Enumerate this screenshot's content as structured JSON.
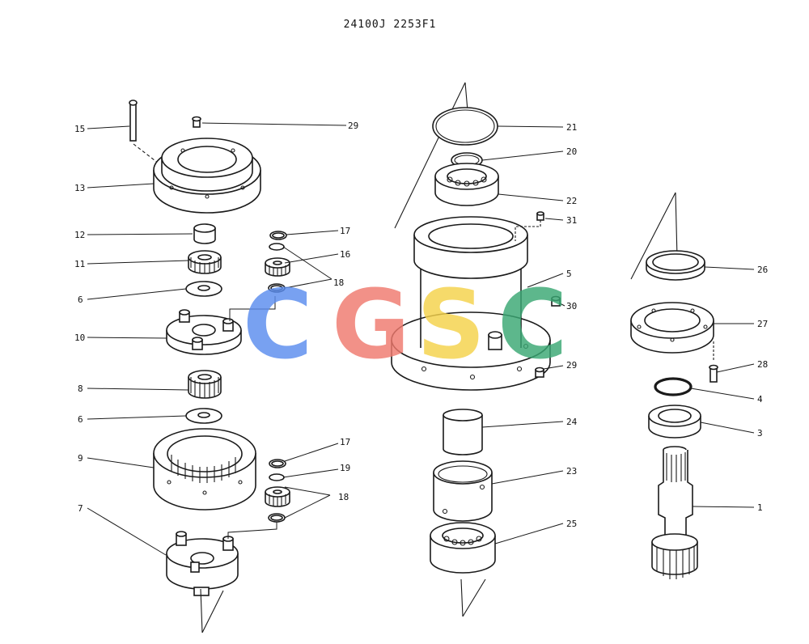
{
  "drawing_title": "24100J 2253F1",
  "watermark": {
    "letters": [
      {
        "char": "C",
        "color": "#5b8def"
      },
      {
        "char": "G",
        "color": "#f07a6e"
      },
      {
        "char": "S",
        "color": "#f5d24a"
      },
      {
        "char": "C",
        "color": "#3aa874"
      }
    ]
  },
  "callouts": {
    "p15": "15",
    "p29a": "29",
    "p13": "13",
    "p12": "12",
    "p11": "11",
    "p6a": "6",
    "p10": "10",
    "p17a": "17",
    "p16": "16",
    "p18a": "18",
    "p8": "8",
    "p6b": "6",
    "p9": "9",
    "p17b": "17",
    "p19": "19",
    "p18b": "18",
    "p7": "7",
    "p21": "21",
    "p20": "20",
    "p22": "22",
    "p31": "31",
    "p5": "5",
    "p30": "30",
    "p29b": "29",
    "p24": "24",
    "p23": "23",
    "p25": "25",
    "p26": "26",
    "p27": "27",
    "p28": "28",
    "p4": "4",
    "p3": "3",
    "p1": "1"
  }
}
